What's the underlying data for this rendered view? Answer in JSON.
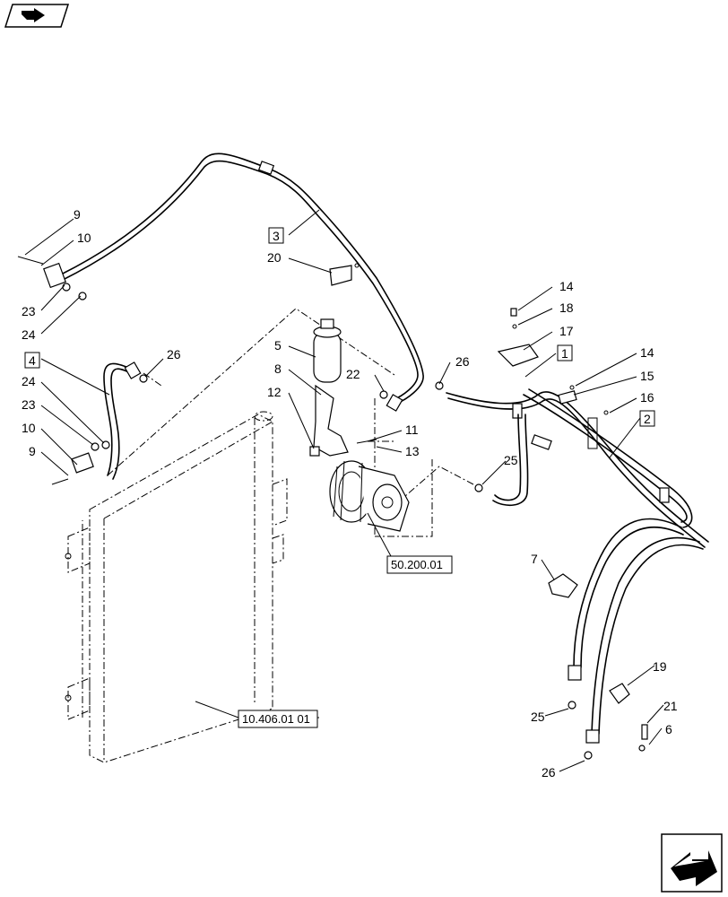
{
  "nav": {
    "top_icon": "return-to-index-icon",
    "bottom_icon": "next-page-icon"
  },
  "callouts": {
    "c1": "1",
    "c2": "2",
    "c3": "3",
    "c4": "4",
    "c5": "5",
    "c6": "6",
    "c7": "7",
    "c8": "8",
    "c9a": "9",
    "c9b": "9",
    "c10a": "10",
    "c10b": "10",
    "c11": "11",
    "c12": "12",
    "c13": "13",
    "c14a": "14",
    "c14b": "14",
    "c15": "15",
    "c16": "16",
    "c17": "17",
    "c18": "18",
    "c19": "19",
    "c20": "20",
    "c21": "21",
    "c22": "22",
    "c23a": "23",
    "c23b": "23",
    "c24a": "24",
    "c24b": "24",
    "c25a": "25",
    "c25b": "25",
    "c26a": "26",
    "c26b": "26",
    "c26c": "26"
  },
  "references": {
    "compressor": "50.200.01",
    "condenser": "10.406.01 01"
  }
}
